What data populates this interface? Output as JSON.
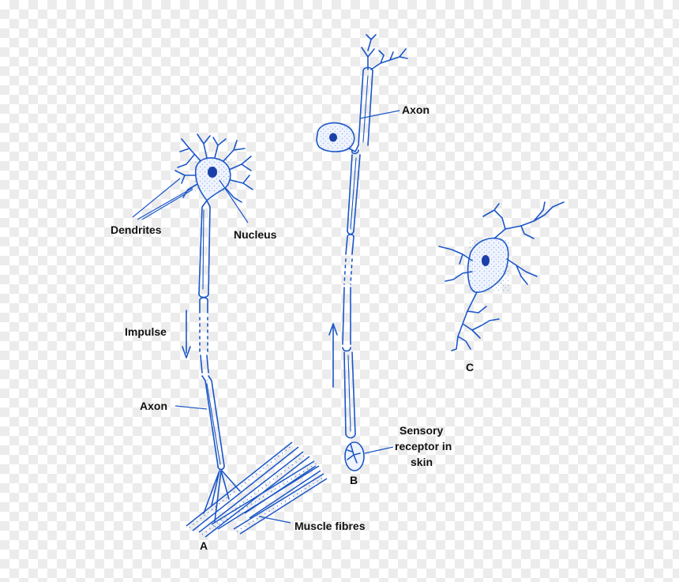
{
  "colors": {
    "ink": "#1a56c8",
    "label": "#111111",
    "background": "#ffffff"
  },
  "labels": {
    "dendrites": "Dendrites",
    "nucleus": "Nucleus",
    "impulse": "Impulse",
    "axon_a": "Axon",
    "axon_b": "Axon",
    "muscle_fibres": "Muscle fibres",
    "sensory_line1": "Sensory",
    "sensory_line2": "receptor in",
    "sensory_line3": "skin",
    "panel_a": "A",
    "panel_b": "B",
    "panel_c": "C"
  }
}
